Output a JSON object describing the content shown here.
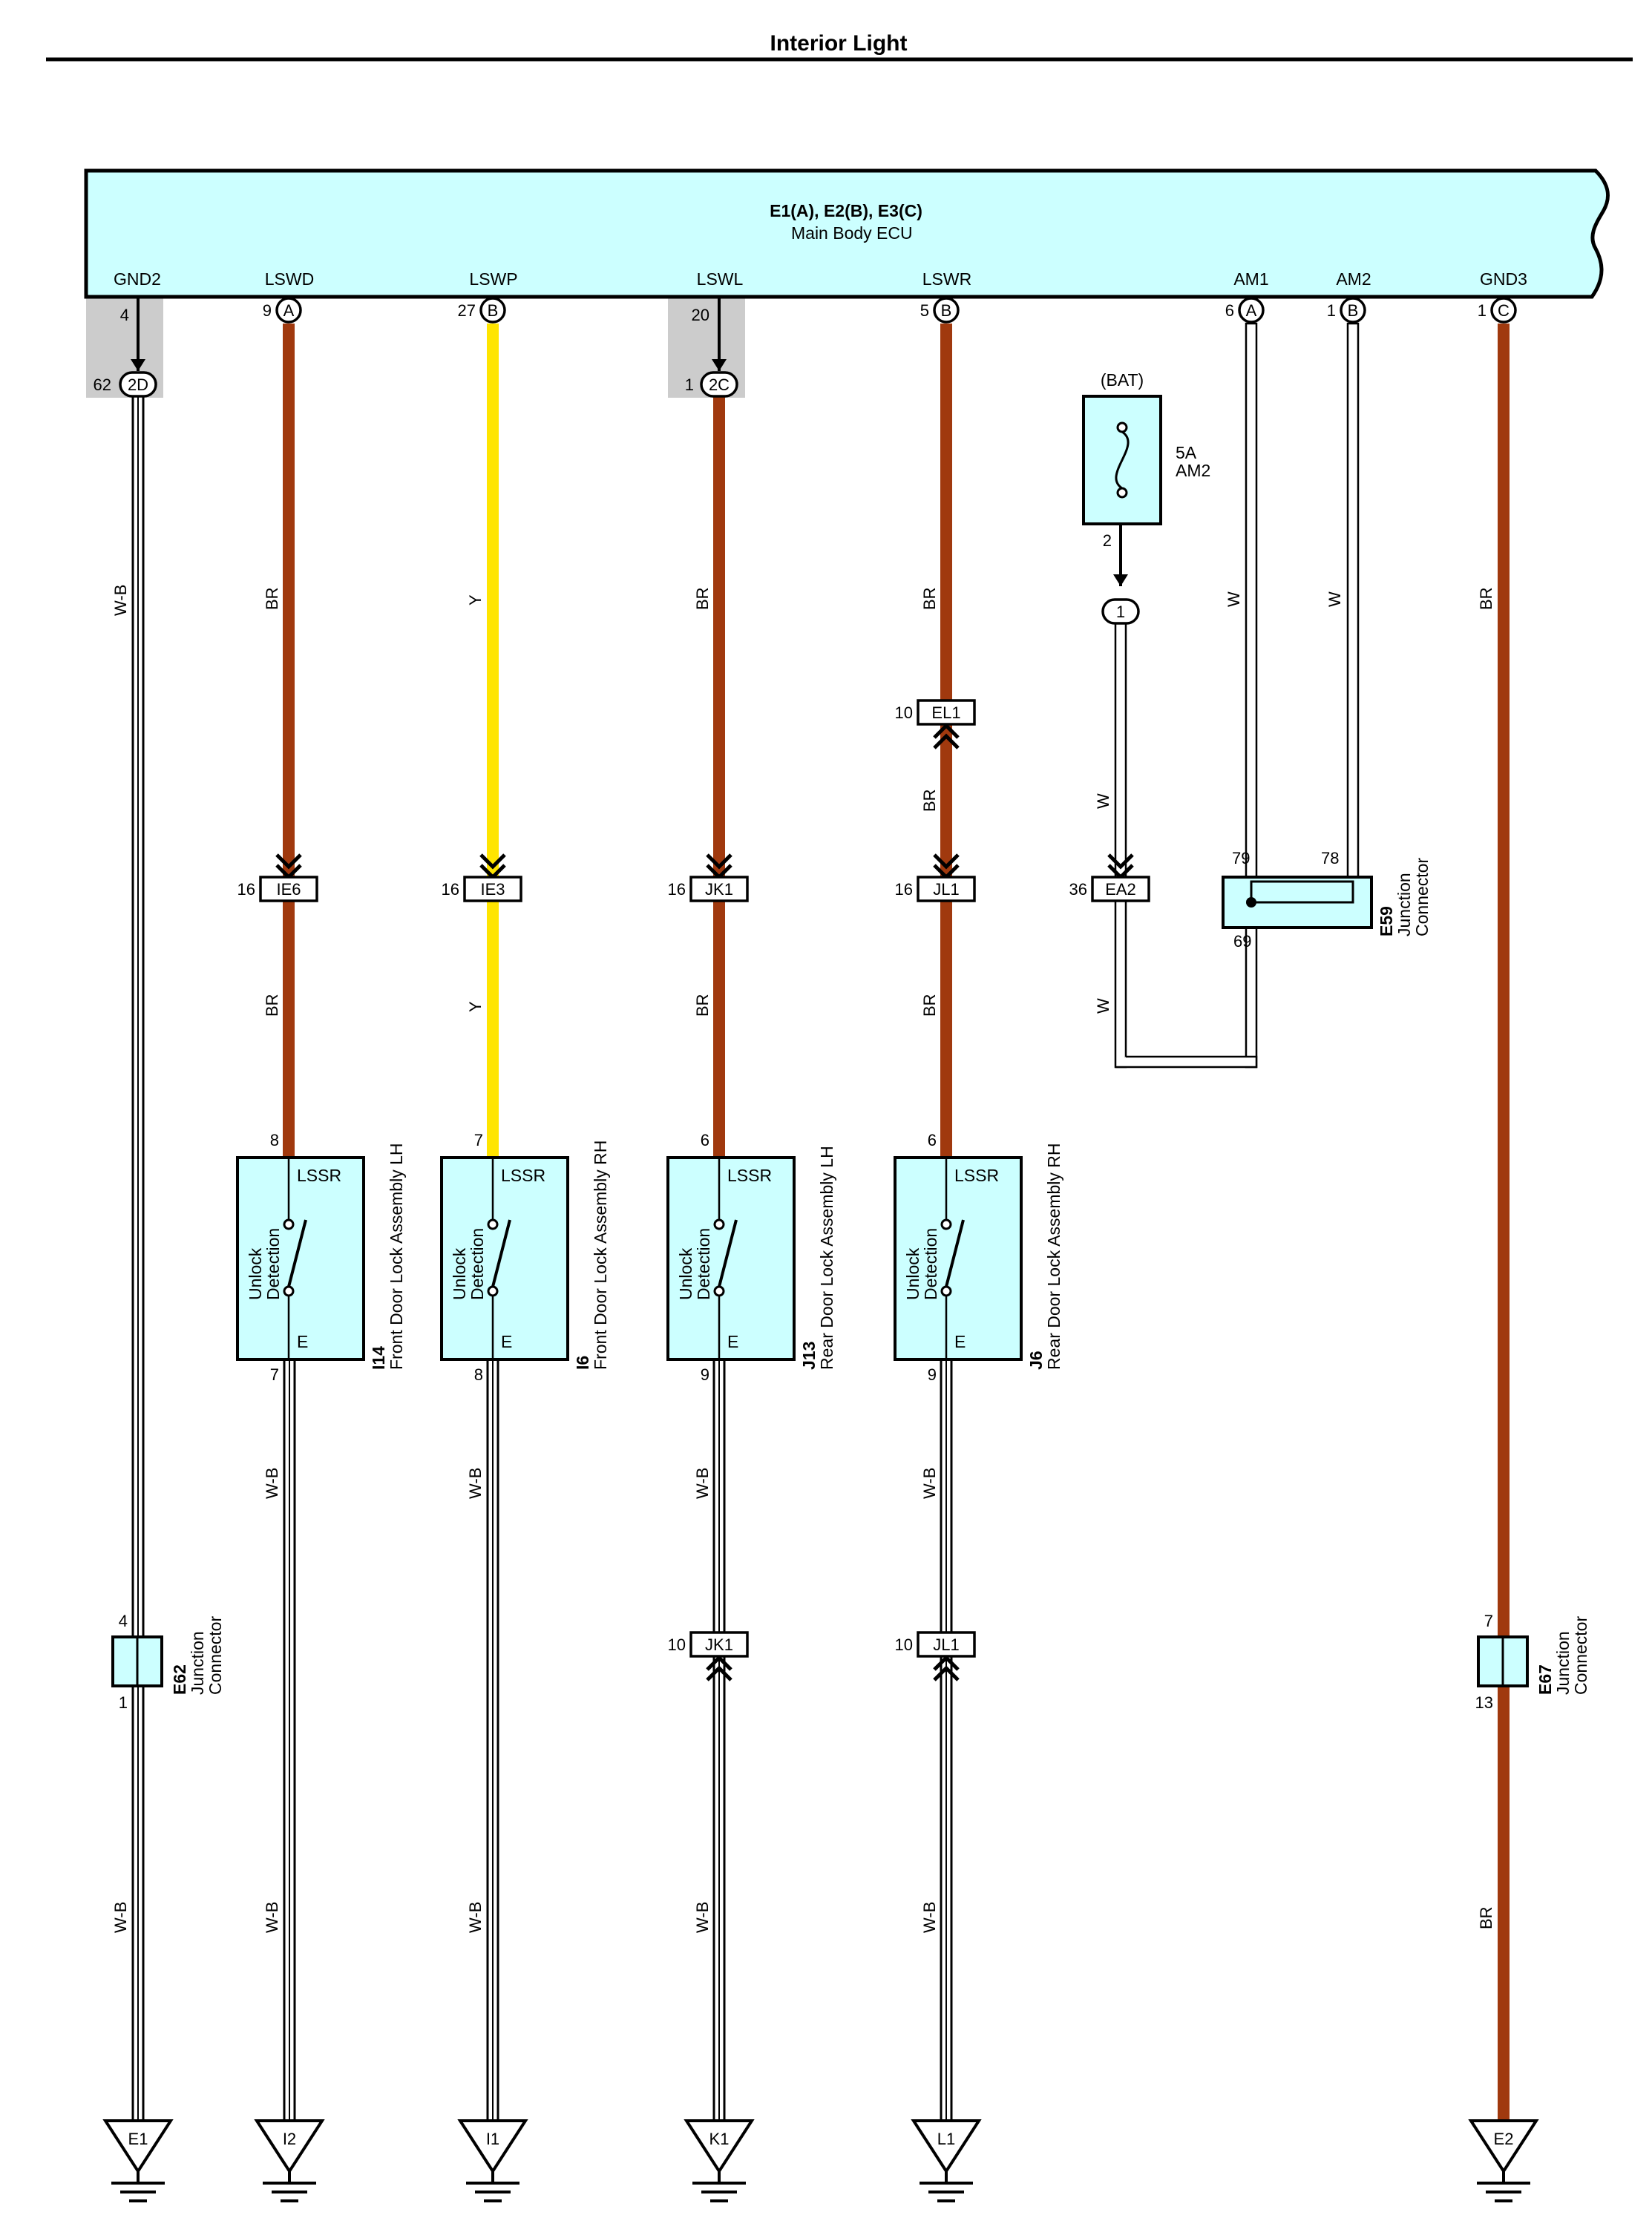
{
  "title": "Interior Light",
  "ecu": {
    "id": "E1(A), E2(B), E3(C)",
    "name": "Main Body ECU",
    "terminals": [
      {
        "signal": "GND2",
        "pin": "4"
      },
      {
        "signal": "LSWD",
        "pin": "9",
        "conn": "A"
      },
      {
        "signal": "LSWP",
        "pin": "27",
        "conn": "B"
      },
      {
        "signal": "LSWL",
        "pin": "20"
      },
      {
        "signal": "LSWR",
        "pin": "5",
        "conn": "B"
      },
      {
        "signal": "AM1",
        "pin": "6",
        "conn": "A"
      },
      {
        "signal": "AM2",
        "pin": "1",
        "conn": "B"
      },
      {
        "signal": "GND3",
        "pin": "1",
        "conn": "C"
      }
    ]
  },
  "splices": {
    "gnd2": {
      "pin": "62",
      "code": "2D"
    },
    "lswl": {
      "pin": "1",
      "code": "2C"
    },
    "fuse_out": {
      "code": "1"
    }
  },
  "fuse": {
    "source": "(BAT)",
    "rating": "5A",
    "name": "AM2",
    "pin": "2"
  },
  "colors": {
    "brown": "#a0390e",
    "yellow": "#ffe500",
    "box": "#ccffff",
    "shade": "#cccccc"
  },
  "wire_labels": {
    "wb": "W-B",
    "br": "BR",
    "y": "Y",
    "w": "W"
  },
  "connectors": {
    "ie6": {
      "pin": "16",
      "code": "IE6"
    },
    "ie3": {
      "pin": "16",
      "code": "IE3"
    },
    "jk1_top": {
      "pin": "16",
      "code": "JK1"
    },
    "jl1_top": {
      "pin": "16",
      "code": "JL1"
    },
    "el1": {
      "pin": "10",
      "code": "EL1"
    },
    "ea2": {
      "pin": "36",
      "code": "EA2"
    },
    "jk1_bot": {
      "pin": "10",
      "code": "JK1"
    },
    "jl1_bot": {
      "pin": "10",
      "code": "JL1"
    }
  },
  "e59": {
    "id": "E59",
    "name1": "Junction",
    "name2": "Connector",
    "pin_a": "79",
    "pin_b": "78",
    "pin_c": "69"
  },
  "e62": {
    "id": "E62",
    "name1": "Junction",
    "name2": "Connector",
    "pin_top": "4",
    "pin_bot": "1"
  },
  "e67": {
    "id": "E67",
    "name1": "Junction",
    "name2": "Connector",
    "pin_top": "7",
    "pin_bot": "13"
  },
  "switches": [
    {
      "id": "I14",
      "name": "Front Door Lock Assembly LH",
      "top_pin": "8",
      "bot_pin": "7",
      "term_top": "LSSR",
      "term_bot": "E",
      "func1": "Unlock",
      "func2": "Detection"
    },
    {
      "id": "I6",
      "name": "Front Door Lock Assembly RH",
      "top_pin": "7",
      "bot_pin": "8",
      "term_top": "LSSR",
      "term_bot": "E",
      "func1": "Unlock",
      "func2": "Detection"
    },
    {
      "id": "J13",
      "name": "Rear Door Lock Assembly LH",
      "top_pin": "6",
      "bot_pin": "9",
      "term_top": "LSSR",
      "term_bot": "E",
      "func1": "Unlock",
      "func2": "Detection"
    },
    {
      "id": "J6",
      "name": "Rear Door Lock Assembly RH",
      "top_pin": "6",
      "bot_pin": "9",
      "term_top": "LSSR",
      "term_bot": "E",
      "func1": "Unlock",
      "func2": "Detection"
    }
  ],
  "grounds": [
    "E1",
    "I2",
    "I1",
    "K1",
    "L1",
    "E2"
  ]
}
